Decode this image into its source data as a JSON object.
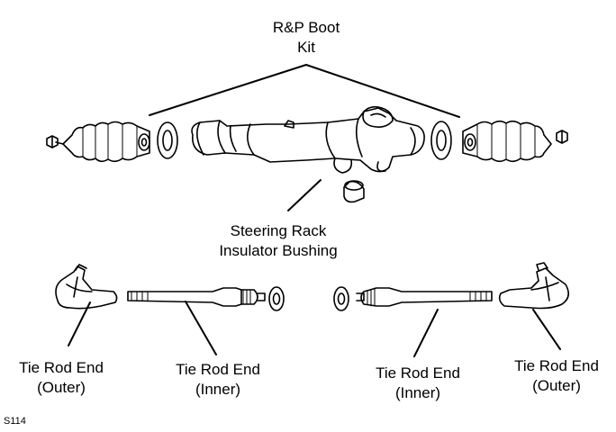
{
  "figure_code": "S114",
  "labels": {
    "boot_kit": {
      "line1": "R&P Boot",
      "line2": "Kit"
    },
    "bushing": {
      "line1": "Steering Rack",
      "line2": "Insulator Bushing"
    },
    "tie_outer_left": {
      "line1": "Tie Rod End",
      "line2": "(Outer)"
    },
    "tie_inner_left": {
      "line1": "Tie Rod End",
      "line2": "(Inner)"
    },
    "tie_inner_right": {
      "line1": "Tie Rod End",
      "line2": "(Inner)"
    },
    "tie_outer_right": {
      "line1": "Tie Rod End",
      "line2": "(Outer)"
    }
  }
}
